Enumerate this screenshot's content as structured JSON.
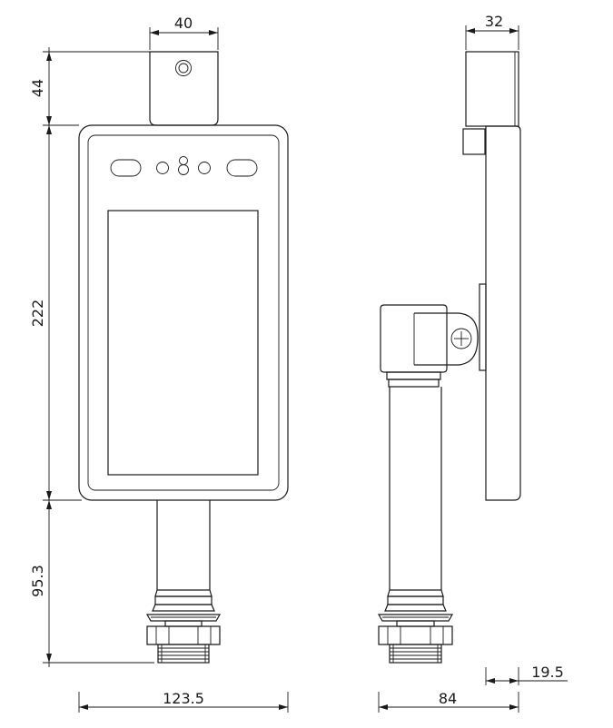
{
  "dimensions": {
    "mount_width": "40",
    "mount_height": "44",
    "body_height": "222",
    "pole_height": "95.3",
    "total_width": "123.5",
    "side_mount_width": "32",
    "side_total_depth": "84",
    "panel_depth": "19.5"
  },
  "style": {
    "line_color": "#1a1a1a",
    "background": "#ffffff"
  }
}
